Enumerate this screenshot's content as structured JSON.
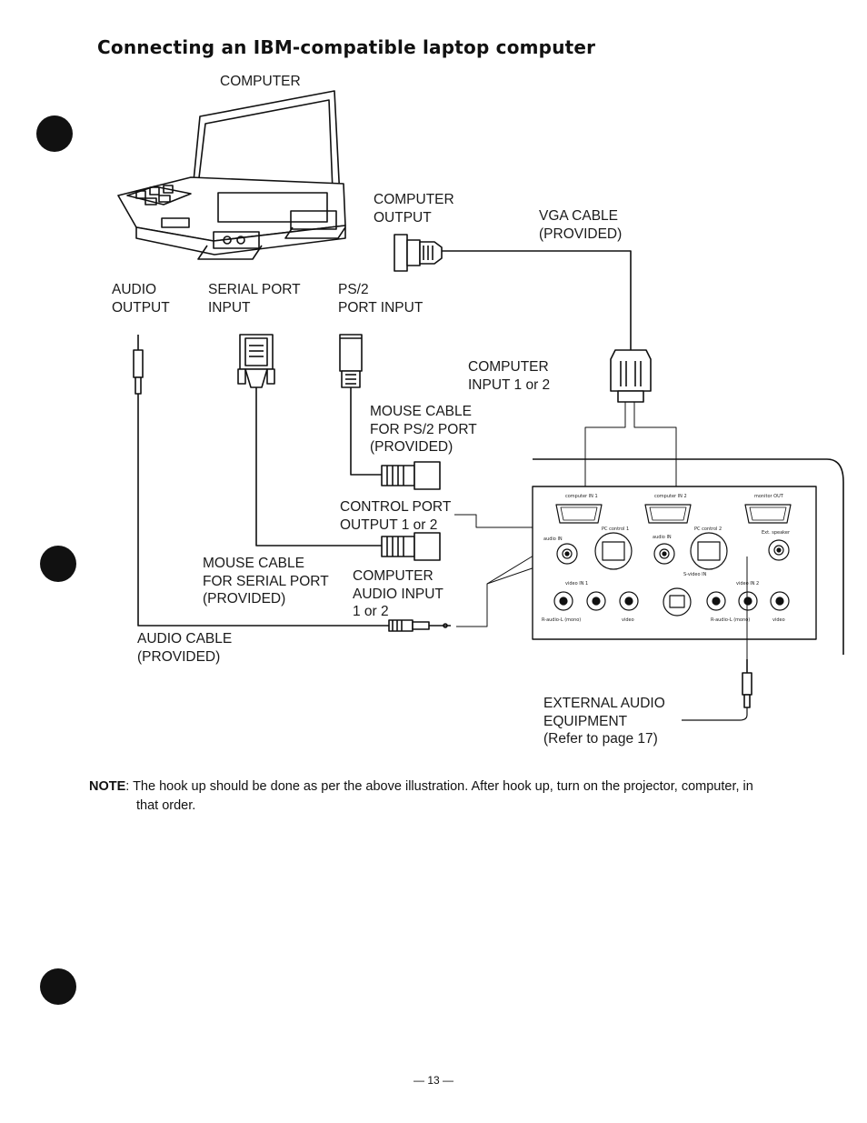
{
  "page": {
    "title": "Connecting an IBM-compatible laptop computer",
    "page_number": "— 13 —"
  },
  "labels": {
    "computer": "COMPUTER",
    "computer_output": "COMPUTER\nOUTPUT",
    "vga_cable": "VGA CABLE\n(PROVIDED)",
    "audio_output": "AUDIO\nOUTPUT",
    "serial_port_input": "SERIAL PORT\nINPUT",
    "ps2_port_input": "PS/2\nPORT INPUT",
    "computer_input": "COMPUTER\nINPUT 1 or 2",
    "mouse_cable_ps2": "MOUSE CABLE\nFOR PS/2 PORT\n(PROVIDED)",
    "control_port_output": "CONTROL PORT\nOUTPUT 1 or 2",
    "mouse_cable_serial": "MOUSE CABLE\nFOR SERIAL PORT\n(PROVIDED)",
    "computer_audio_input": "COMPUTER\nAUDIO INPUT\n1 or 2",
    "audio_cable": "AUDIO CABLE\n(PROVIDED)",
    "external_audio": "EXTERNAL AUDIO\nEQUIPMENT\n(Refer to page 17)"
  },
  "panel": {
    "computer_in_1": "computer IN 1",
    "computer_in_2": "computer IN 2",
    "monitor_out": "monitor OUT",
    "pc_control_1": "PC control 1",
    "pc_control_2": "PC control 2",
    "audio_in_1": "audio IN",
    "audio_in_2": "audio IN",
    "ext_speaker": "Ext. speaker",
    "s_video_in": "S-video IN",
    "video_in_1": "video IN 1",
    "video_in_2": "video IN 2",
    "r_audio_l_mono_1": "R-audio-L (mono)",
    "video_1": "video",
    "r_audio_l_mono_2": "R-audio-L (mono)",
    "video_2": "video"
  },
  "note": {
    "label": "NOTE",
    "text": ": The hook up should be done as per the above illustration. After hook up, turn on the projector, computer, in",
    "text_cont": "that order."
  }
}
